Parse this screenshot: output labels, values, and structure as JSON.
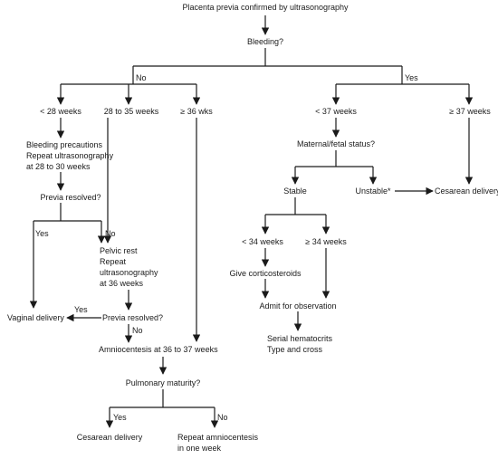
{
  "nodes": {
    "root": "Placenta previa confirmed by ultrasonography",
    "bleeding": "Bleeding?",
    "lt28": "< 28 weeks",
    "w28to35": "28 to 35 weeks",
    "ge36": "≥ 36 wks",
    "lt37": "< 37 weeks",
    "ge37": "≥ 37 weeks",
    "bleeding_precautions": "Bleeding precautions",
    "repeat_us_28_30_line1": "Repeat ultrasonography",
    "repeat_us_28_30_line2": "at 28 to 30 weeks",
    "previa_resolved_1": "Previa resolved?",
    "pelvic_rest": "Pelvic rest",
    "repeat_us_36_line1": "Repeat",
    "repeat_us_36_line2": "ultrasonography",
    "repeat_us_36_line3": "at 36 weeks",
    "vaginal_delivery": "Vaginal delivery",
    "previa_resolved_2": "Previa resolved?",
    "amniocentesis": "Amniocentesis at 36 to 37 weeks",
    "pulmonary_maturity": "Pulmonary maturity?",
    "cesarean_delivery_left": "Cesarean delivery",
    "repeat_amnio_line1": "Repeat amniocentesis",
    "repeat_amnio_line2": "in one week",
    "maternal_fetal_status": "Maternal/fetal status?",
    "stable": "Stable",
    "unstable": "Unstable*",
    "cesarean_delivery_right": "Cesarean delivery",
    "lt34": "< 34 weeks",
    "ge34": "≥ 34 weeks",
    "corticosteroids": "Give corticosteroids",
    "admit": "Admit for observation",
    "hematocrits": "Serial hematocrits",
    "type_cross": "Type and cross"
  },
  "edge_labels": {
    "bleeding_no": "No",
    "bleeding_yes": "Yes",
    "resolved1_yes": "Yes",
    "resolved1_no": "No",
    "resolved2_yes": "Yes",
    "resolved2_no": "No",
    "maturity_yes": "Yes",
    "maturity_no": "No"
  }
}
